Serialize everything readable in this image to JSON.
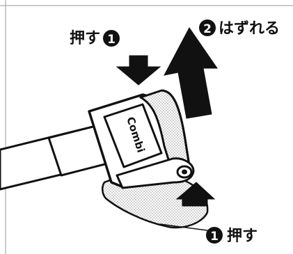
{
  "colors": {
    "ink": "#1a1a1a",
    "badge": "#111111",
    "background": "#ffffff",
    "hatch": "#c8c8c8"
  },
  "label_top": {
    "text": "押す",
    "number": "1"
  },
  "label_right": {
    "text": "はずれる",
    "number": "2"
  },
  "label_bottom": {
    "text": "押す",
    "number": "1"
  },
  "brand": "Combi"
}
